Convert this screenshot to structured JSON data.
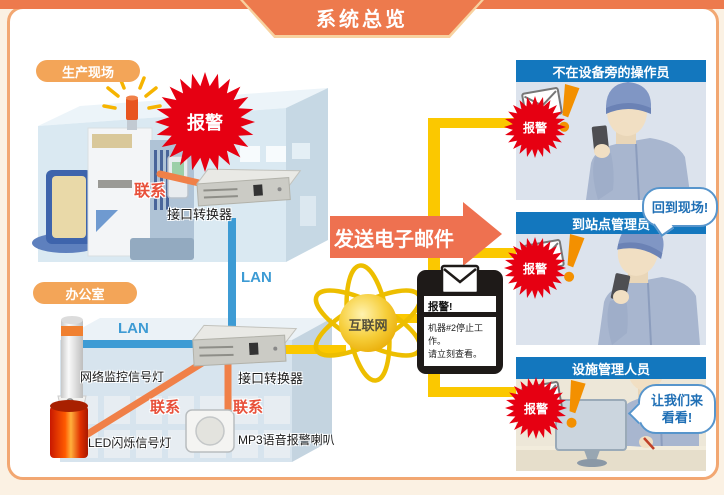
{
  "title": "系统总览",
  "production": {
    "area_label": "生产现场",
    "alarm_label": "报警",
    "contact_label": "联系",
    "converter_label": "接口转换器",
    "lan_label": "LAN"
  },
  "office": {
    "area_label": "办公室",
    "lan_label": "LAN",
    "network_light_label": "网络监控信号灯",
    "led_light_label": "LED闪烁信号灯",
    "speaker_label": "MP3语音报警喇叭",
    "converter_label": "接口转换器",
    "contact_left_label": "联系",
    "contact_right_label": "联系"
  },
  "internet": {
    "label": "互联网"
  },
  "email": {
    "arrow_label": "发送电子邮件",
    "message_header": "报警!",
    "message_line1": "机器#2停止工作。",
    "message_line2": "请立刻查看。"
  },
  "recipients": [
    {
      "title": "不在设备旁的操作员",
      "alarm_label": "报警"
    },
    {
      "title": "到站点管理员",
      "alarm_label": "报警",
      "bubble": "回到现场!"
    },
    {
      "title": "设施管理人员",
      "alarm_label": "报警",
      "bubble_line1": "让我们来",
      "bubble_line2": "看看!"
    }
  ],
  "icons": {
    "alarm_shape": "starburst",
    "mail": "envelope-icon",
    "alert": "exclamation-icon"
  },
  "colors": {
    "banner_orange": "#ED7A4D",
    "area_pill_orange": "#F3A558",
    "alarm_red": "#E60012",
    "contact_orange_red": "#E8503A",
    "lan_blue": "#3D9BD4",
    "connector_yellow": "#FBC800",
    "panel_header_blue": "#1377BE",
    "email_arrow_orange": "#EE7150"
  }
}
